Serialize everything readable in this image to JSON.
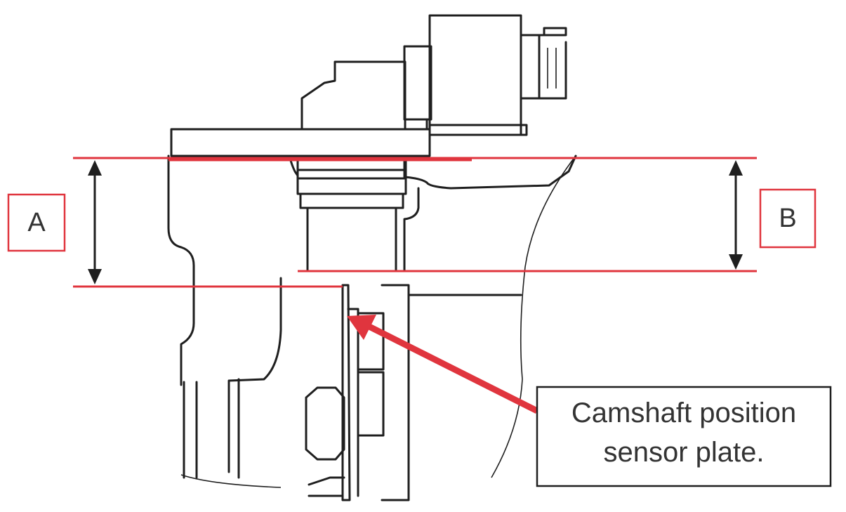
{
  "labels": {
    "a": "A",
    "b": "B",
    "callout_line1": "Camshaft position",
    "callout_line2": "sensor plate."
  },
  "colors": {
    "accent_red": "#e0353e",
    "line": "#1f1f1f"
  }
}
